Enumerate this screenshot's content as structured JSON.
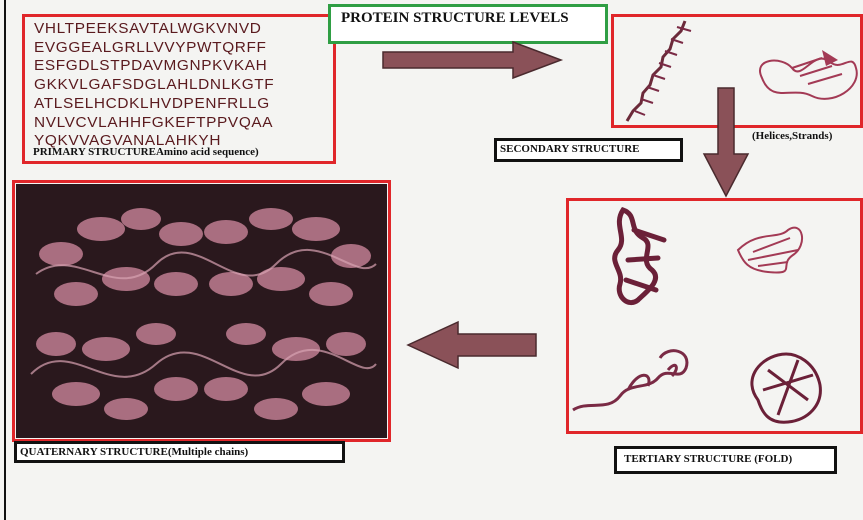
{
  "title": "PROTEIN STRUCTURE LEVELS",
  "primary": {
    "sequence_lines": [
      "VHLTPEEKSAVTALWGKVNVD",
      "EVGGEALGRLLVVYPWTQRFF",
      "ESFGDLSTPDAVMGNPKVKAH",
      "GKKVLGAFSDGLAHLDNLKGTF",
      "ATLSELHCDKLHVDPENFRLLG",
      "NVLVCVLAHHFGKEFTPPVQAA",
      "YQKVVAGVANALAHKYH"
    ],
    "label_main": "PRIMARY STRUCTURE",
    "label_sub": "Amino acid  sequence)"
  },
  "secondary": {
    "label": "SECONDARY STRUCTURE",
    "note": "(Helices,Strands)"
  },
  "tertiary": {
    "label": "TERTIARY  STRUCTURE (FOLD)"
  },
  "quaternary": {
    "label_main": "QUATERNARY STRUCTURE",
    "label_sub": "(Multiple chains)"
  },
  "colors": {
    "box_red": "#e0262a",
    "title_green": "#2f9e44",
    "arrow": "#8a5158",
    "protein": "#7a2a45"
  }
}
